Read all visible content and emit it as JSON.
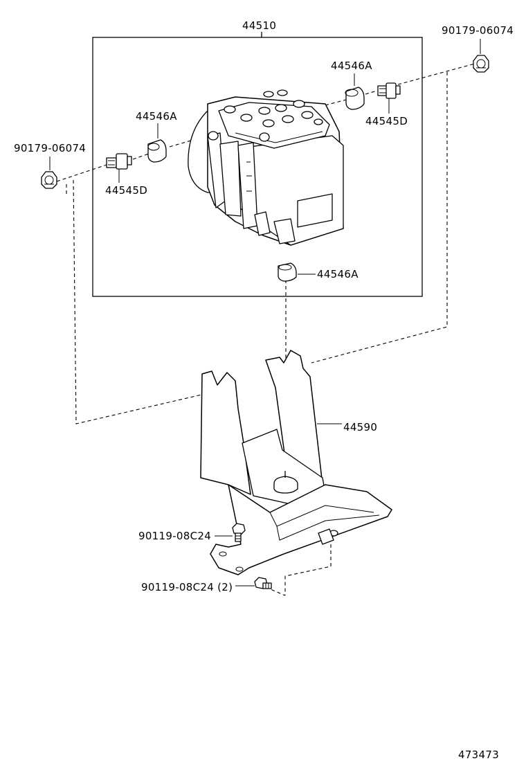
{
  "labels": {
    "actuator_assembly": "44510",
    "bolt_top_right": "90179-06074",
    "bolt_left": "90179-06074",
    "cushion_top_right": "44546A",
    "cushion_left": "44546A",
    "cushion_bottom": "44546A",
    "collar_right": "44545D",
    "collar_left": "44545D",
    "bracket": "44590",
    "bolt_bracket_upper": "90119-08C24",
    "bolt_bracket_lower": "90119-08C24 (2)",
    "illustration_number": "473473"
  }
}
